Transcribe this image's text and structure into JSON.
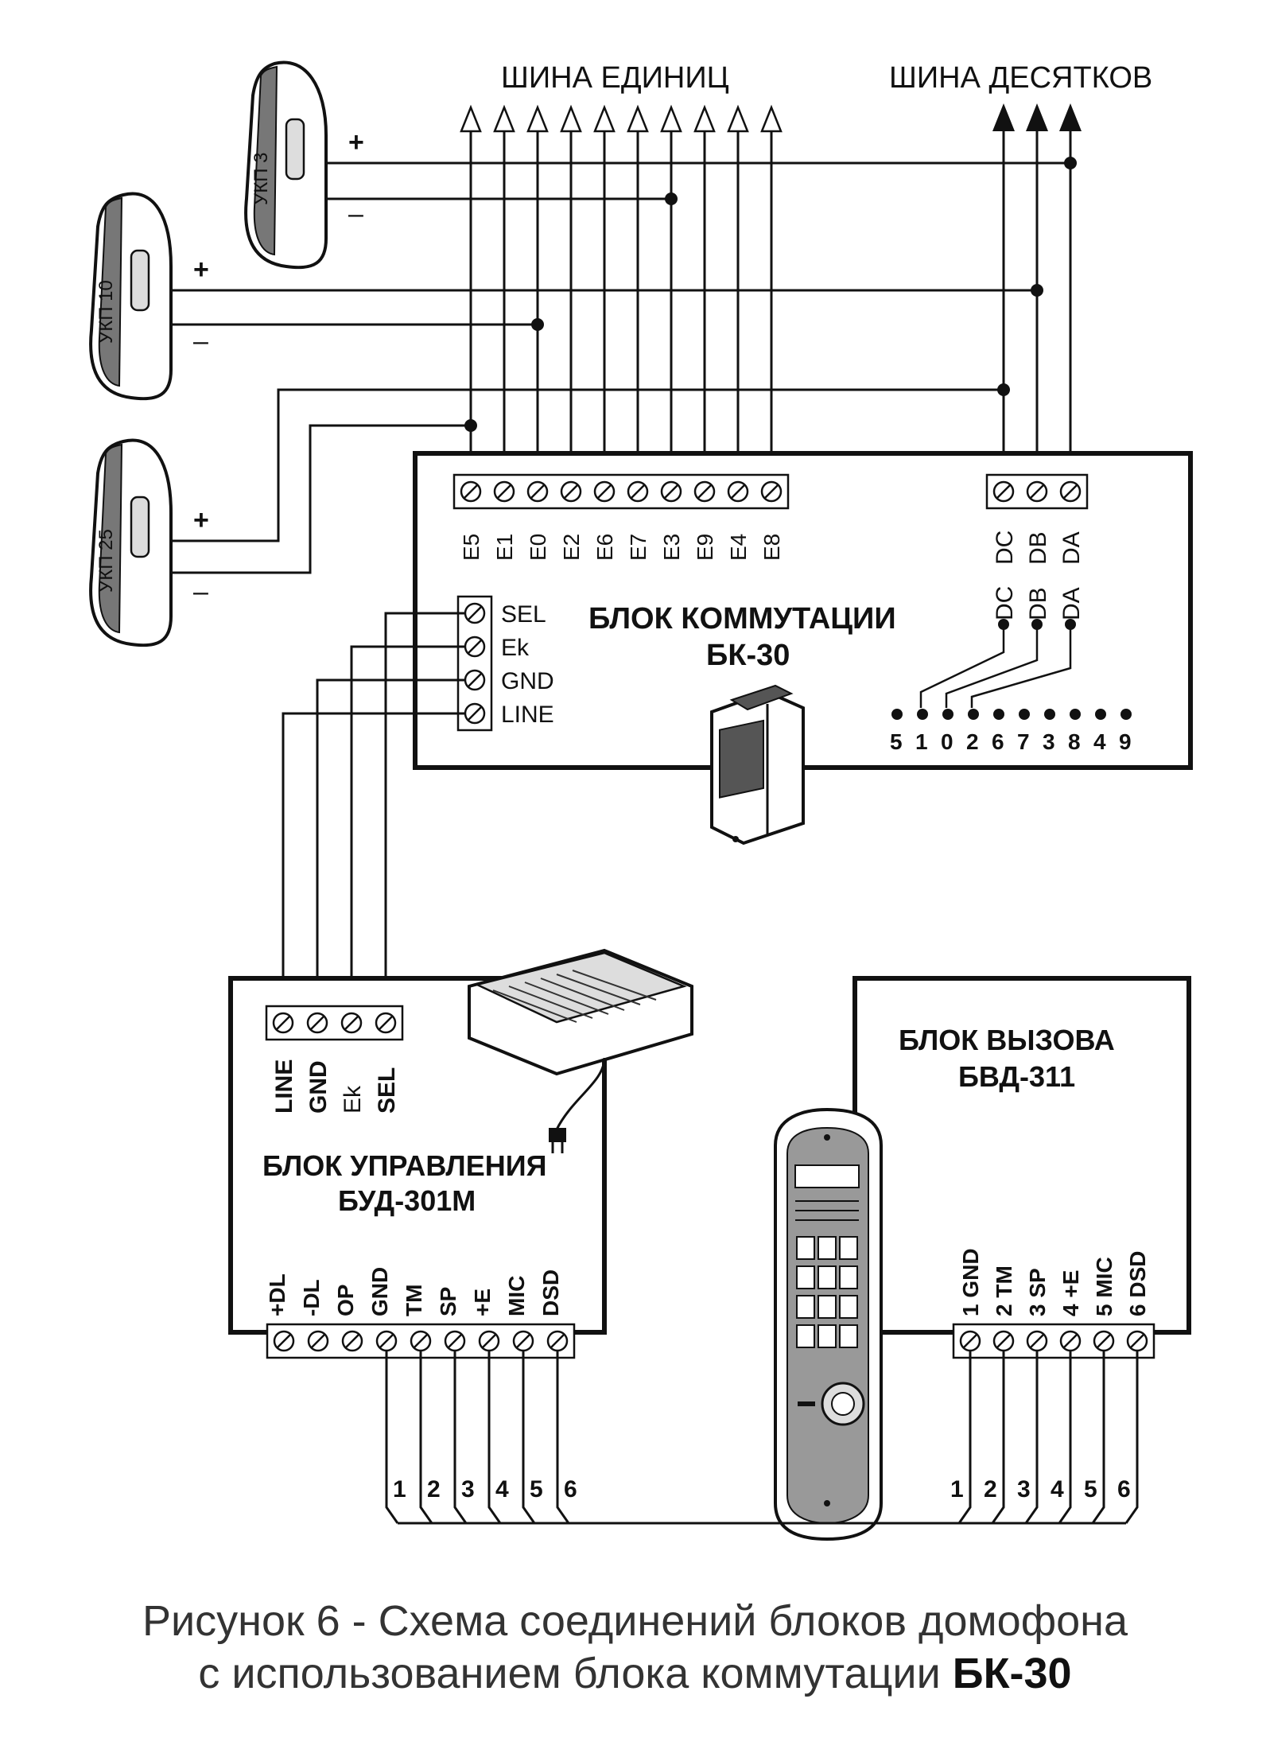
{
  "buses": {
    "units_label": "ШИНА ЕДИНИЦ",
    "tens_label": "ШИНА ДЕСЯТКОВ"
  },
  "handsets": [
    {
      "name": "УКП 3",
      "plus": "+",
      "minus": "–"
    },
    {
      "name": "УКП 10",
      "plus": "+",
      "minus": "–"
    },
    {
      "name": "УКП 25",
      "plus": "+",
      "minus": "–"
    }
  ],
  "bk30": {
    "title_line1": "БЛОК КОММУТАЦИИ",
    "title_line2": "БК-30",
    "e_terminals": [
      "E5",
      "E1",
      "E0",
      "E2",
      "E6",
      "E7",
      "E3",
      "E9",
      "E4",
      "E8"
    ],
    "d_terminals": [
      "DC",
      "DB",
      "DA"
    ],
    "d_inner_labels": [
      "DC",
      "DB",
      "DA"
    ],
    "side_terminals": [
      "SEL",
      "Ek",
      "GND",
      "LINE"
    ],
    "jumper_digits": [
      "5",
      "1",
      "0",
      "2",
      "6",
      "7",
      "3",
      "8",
      "4",
      "9"
    ]
  },
  "bud": {
    "title_line1": "БЛОК УПРАВЛЕНИЯ",
    "title_line2": "БУД-301М",
    "top_terminals": [
      "LINE",
      "GND",
      "Ek",
      "SEL"
    ],
    "bottom_terminals": [
      "+DL",
      "-DL",
      "OP",
      "GND",
      "TM",
      "SP",
      "+E",
      "MIC",
      "DSD"
    ]
  },
  "bvd": {
    "title_line1": "БЛОК ВЫЗОВА",
    "title_line2": "БВД-311",
    "terminals": [
      "1 GND",
      "2 TM",
      "3 SP",
      "4 +E",
      "5 MIC",
      "6 DSD"
    ]
  },
  "cable_numbers": [
    "1",
    "2",
    "3",
    "4",
    "5",
    "6"
  ],
  "caption": {
    "line1": "Рисунок 6 - Схема соединений блоков домофона",
    "line2_text": "с использованием блока коммутации ",
    "line2_bold": "БК-30"
  }
}
